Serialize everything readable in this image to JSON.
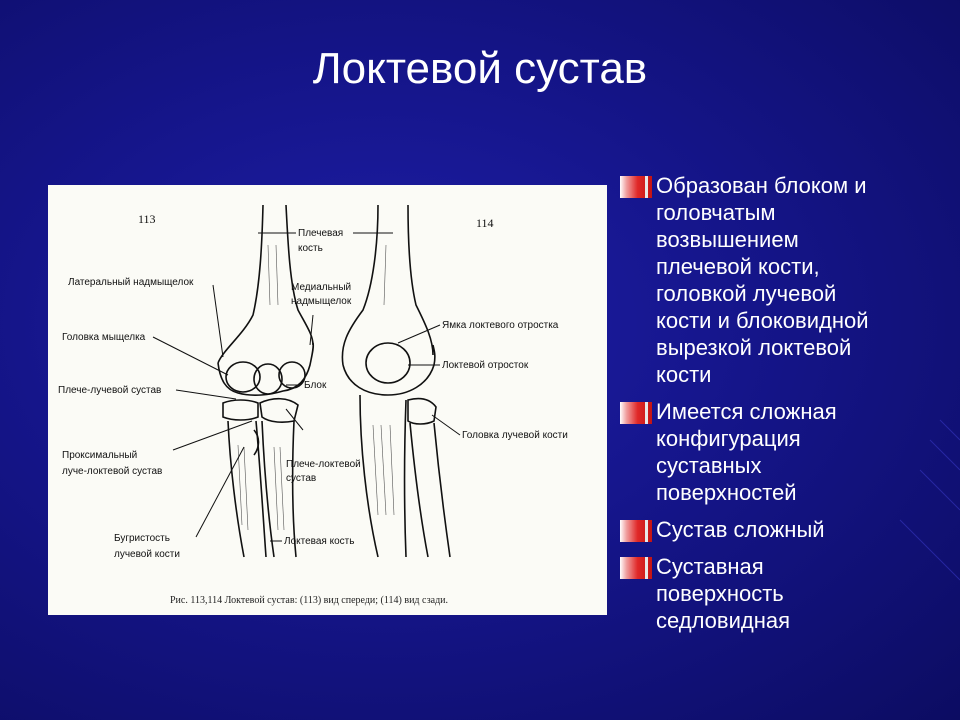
{
  "slide": {
    "title": "Локтевой сустав"
  },
  "figure": {
    "number_left": "113",
    "number_right": "114",
    "labels": {
      "plechevaya_kost": "Плечевая\nкость",
      "lateral_epicondyle": "Латеральный надмыщелок",
      "medial_epicondyle": "Медиальный\nнадмыщелок",
      "head_condyle": "Головка мыщелка",
      "humeroradial": "Плече-лучевой сустав",
      "trochlea": "Блок",
      "proximal_radioulnar": "Проксимальный\nлуче-локтевой сустав",
      "humeroulnar": "Плече-локтевой\nсустав",
      "radial_tuberosity": "Бугристость\nлучевой кости",
      "ulna": "Локтевая кость",
      "olecranon_fossa": "Ямка локтевого отростка",
      "olecranon": "Локтевой отросток",
      "radial_head": "Головка лучевой кости"
    },
    "caption": "Рис. 113,114 Локтевой сустав: (113) вид спереди; (114) вид сзади."
  },
  "bullets": [
    "Образован блоком и\nголовчатым\nвозвышением\nплечевой кости,\nголовкой лучевой\nкости и блоковидной\nвырезкой локтевой\nкости",
    "Имеется сложная\nконфигурация\nсуставных\nповерхностей",
    "Сустав сложный",
    "Суставная\nповерхность\nседловидная"
  ]
}
